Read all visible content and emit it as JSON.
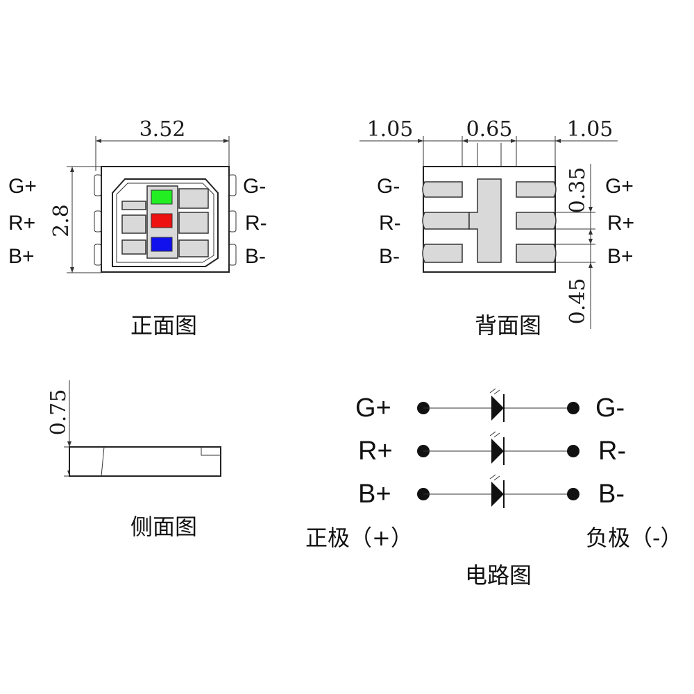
{
  "colors": {
    "chip_green": "#22ee22",
    "chip_red": "#ee1111",
    "chip_blue": "#1111ee",
    "pad_gray": "#d9d9d9",
    "outline": "#222222"
  },
  "front_view": {
    "caption": "正面图",
    "width_dim": "3.52",
    "height_dim": "2.8",
    "left_labels": [
      "G+",
      "R+",
      "B+"
    ],
    "right_labels": [
      "G-",
      "R-",
      "B-"
    ]
  },
  "back_view": {
    "caption": "背面图",
    "dim_left": "1.05",
    "dim_center": "0.65",
    "dim_right": "1.05",
    "dim_pad_height": "0.35",
    "dim_pad_gap": "0.45",
    "left_labels": [
      "G-",
      "R-",
      "B-"
    ],
    "right_labels": [
      "G+",
      "R+",
      "B+"
    ]
  },
  "side_view": {
    "caption": "侧面图",
    "thickness_dim": "0.75"
  },
  "circuit": {
    "caption": "电路图",
    "positive_label": "正极（+）",
    "negative_label": "负极（-）",
    "rows": [
      {
        "anode": "G+",
        "cathode": "G-"
      },
      {
        "anode": "R+",
        "cathode": "R-"
      },
      {
        "anode": "B+",
        "cathode": "B-"
      }
    ]
  }
}
